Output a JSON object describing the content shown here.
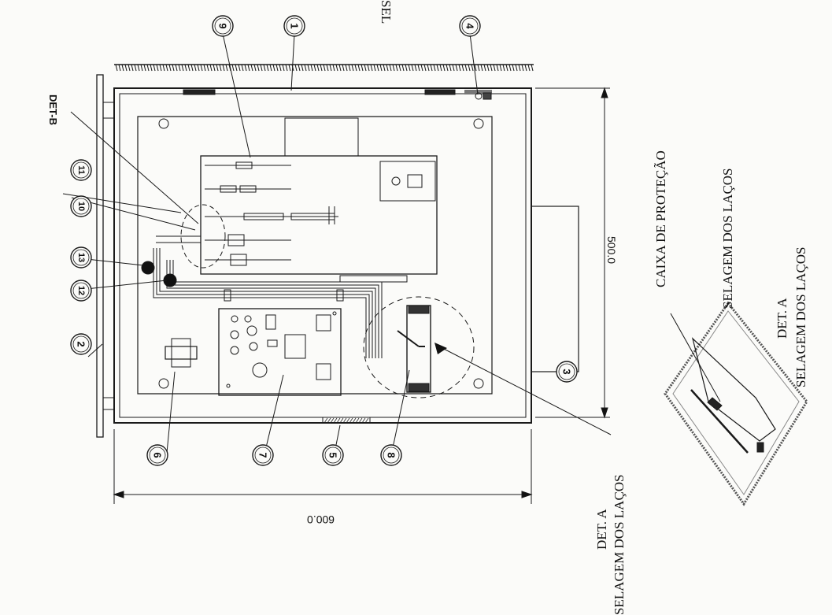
{
  "drawing": {
    "callouts": [
      "1",
      "2",
      "3",
      "4",
      "5",
      "6",
      "7",
      "8",
      "9",
      "10",
      "11",
      "12",
      "13"
    ],
    "det_b_label": "DET-B",
    "dim_width": "500.0",
    "dim_height": "600.0",
    "cut_label": "SEL",
    "det_a_lower": {
      "line1": "DET. A",
      "line2": "SELAGEM DOS LAÇOS"
    },
    "caixa_label": "CAIXA DE PROTEÇÃO",
    "det_a_right": {
      "line1": "DET. A",
      "line2": "SELAGEM DOS LAÇOS"
    },
    "selagem_side": "SELAGEM DOS LAÇOS"
  }
}
